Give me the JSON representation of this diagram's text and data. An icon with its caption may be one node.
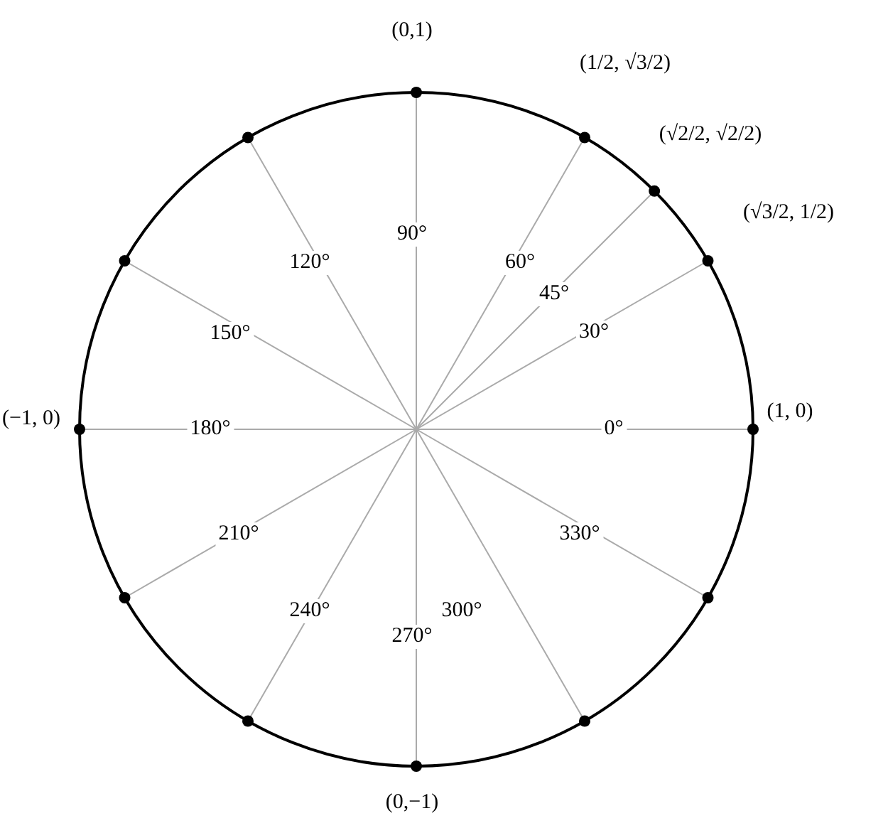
{
  "diagram": {
    "labels": [
      "(0,1)",
      "(1/2, √3/2)",
      "(√2/2, √2/2)",
      "90°",
      "120°",
      "60°",
      "(√3/2, 1/2)",
      "45°",
      "150°",
      "30°",
      "(−1, 0)",
      "180°",
      "0°",
      "(1, 0)",
      "210°",
      "330°",
      "240°",
      "300°",
      "270°",
      "(0,−1)"
    ]
  }
}
